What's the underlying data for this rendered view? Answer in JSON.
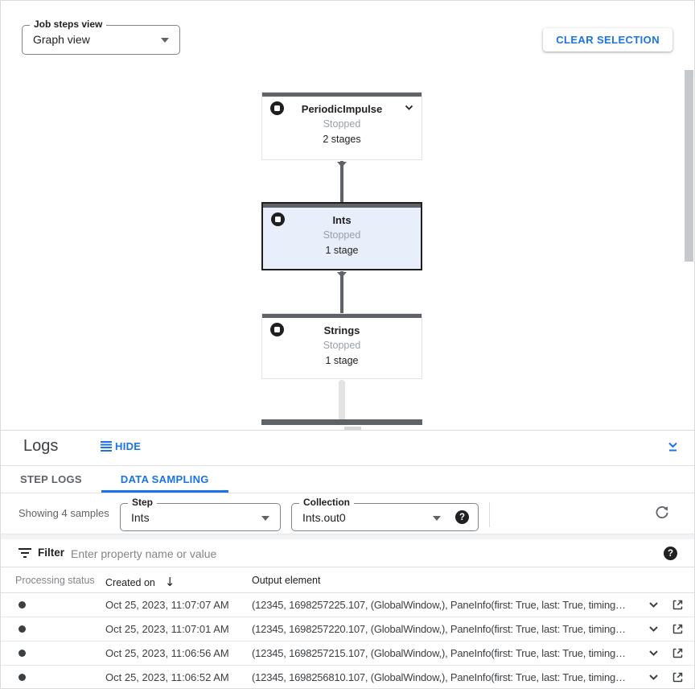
{
  "colors": {
    "accent": "#1a73e8",
    "node_top_bar": "#5f6368",
    "selected_node_bg": "#e8eefa",
    "selected_node_border": "#1f1f1f",
    "status_text": "#9aa0a6"
  },
  "controls": {
    "job_steps_view_label": "Job steps view",
    "job_steps_view_value": "Graph view",
    "clear_selection_label": "CLEAR SELECTION"
  },
  "graph": {
    "nodes": [
      {
        "title": "PeriodicImpulse",
        "status": "Stopped",
        "stages": "2 stages"
      },
      {
        "title": "Ints",
        "status": "Stopped",
        "stages": "1 stage"
      },
      {
        "title": "Strings",
        "status": "Stopped",
        "stages": "1 stage"
      }
    ]
  },
  "logs": {
    "title": "Logs",
    "hide_label": "HIDE",
    "tabs": {
      "step_logs": "STEP LOGS",
      "data_sampling": "DATA SAMPLING"
    },
    "toolbar": {
      "showing": "Showing 4 samples",
      "step_label": "Step",
      "step_value": "Ints",
      "collection_label": "Collection",
      "collection_value": "Ints.out0"
    },
    "filter": {
      "label": "Filter",
      "placeholder": "Enter property name or value"
    },
    "table": {
      "col_status": "Processing status",
      "col_created": "Created on",
      "col_output": "Output element",
      "sort_arrow": "↓",
      "rows": [
        {
          "created": "Oct 25, 2023, 11:07:07 AM",
          "output": "(12345, 1698257225.107, (GlobalWindow,), PaneInfo(first: True, last: True, timing…"
        },
        {
          "created": "Oct 25, 2023, 11:07:01 AM",
          "output": "(12345, 1698257220.107, (GlobalWindow,), PaneInfo(first: True, last: True, timing…"
        },
        {
          "created": "Oct 25, 2023, 11:06:56 AM",
          "output": "(12345, 1698257215.107, (GlobalWindow,), PaneInfo(first: True, last: True, timing…"
        },
        {
          "created": "Oct 25, 2023, 11:06:52 AM",
          "output": "(12345, 1698256810.107, (GlobalWindow,), PaneInfo(first: True, last: True, timing…"
        }
      ]
    }
  }
}
